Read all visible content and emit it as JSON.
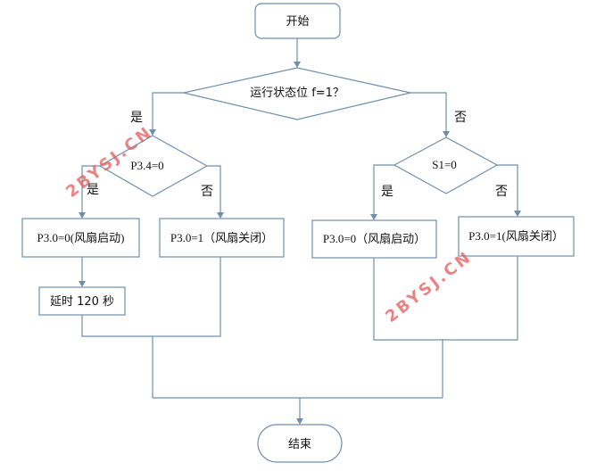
{
  "nodes": {
    "start": "开始",
    "decision_main": "运行状态位 f=1？",
    "decision_p34": "P3.4=0",
    "decision_s1": "S1=0",
    "fan_on_left": "P3.0=0(风扇启动)",
    "fan_off_left": "P3.0=1（风扇关闭）",
    "delay": "延时 120 秒",
    "fan_on_right": "P3.0=0（风扇启动）",
    "fan_off_right": "P3.0=1(风扇关闭）",
    "end": "结束"
  },
  "labels": {
    "yes": "是",
    "no": "否"
  },
  "watermark": "2BYSJ.CN",
  "colors": {
    "stroke": "#6f8fad",
    "watermark": "#e35a5a"
  }
}
